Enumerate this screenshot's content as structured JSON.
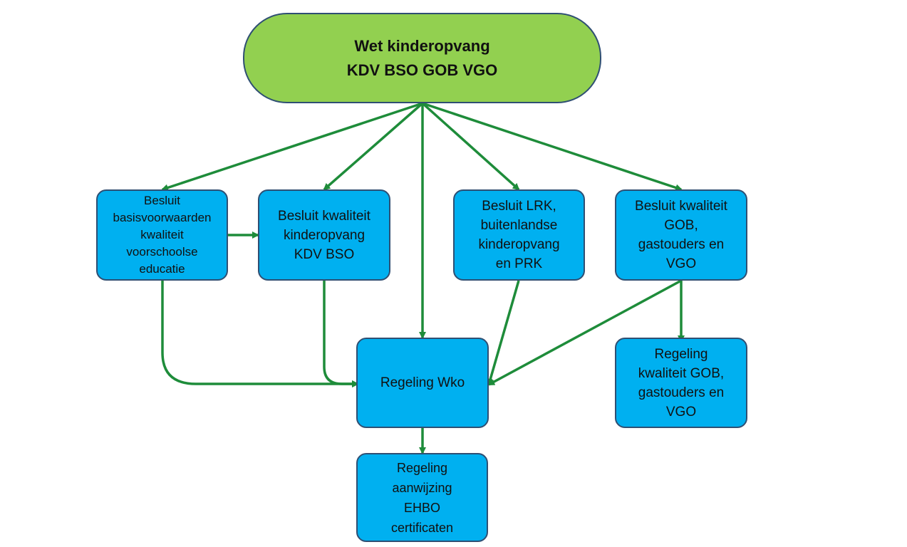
{
  "diagram": {
    "colors": {
      "root_fill": "#92d050",
      "node_fill": "#00b0f0",
      "node_border": "#2f4f73",
      "arrow": "#1e8c3a"
    },
    "nodes": {
      "root": "Wet kinderopvang\nKDV BSO GOB VGO",
      "besluit_basisvoorwaarden": "Besluit\nbasisvoorwaarden\nkwaliteit\nvoorschoolse\neducatie",
      "besluit_kwaliteit_kdv_bso": "Besluit kwaliteit\nkinderopvang\nKDV BSO",
      "besluit_lrk": "Besluit LRK,\nbuitenlandse\nkinderopvang\nen PRK",
      "besluit_kwaliteit_gob": "Besluit kwaliteit\nGOB,\ngastouders en\nVGO",
      "regeling_wko": "Regeling Wko",
      "regeling_kwaliteit_gob": "Regeling\nkwaliteit GOB,\ngastouders en\nVGO",
      "regeling_ehbo": "Regeling\naanwijzing\nEHBO\ncertificaten"
    }
  }
}
